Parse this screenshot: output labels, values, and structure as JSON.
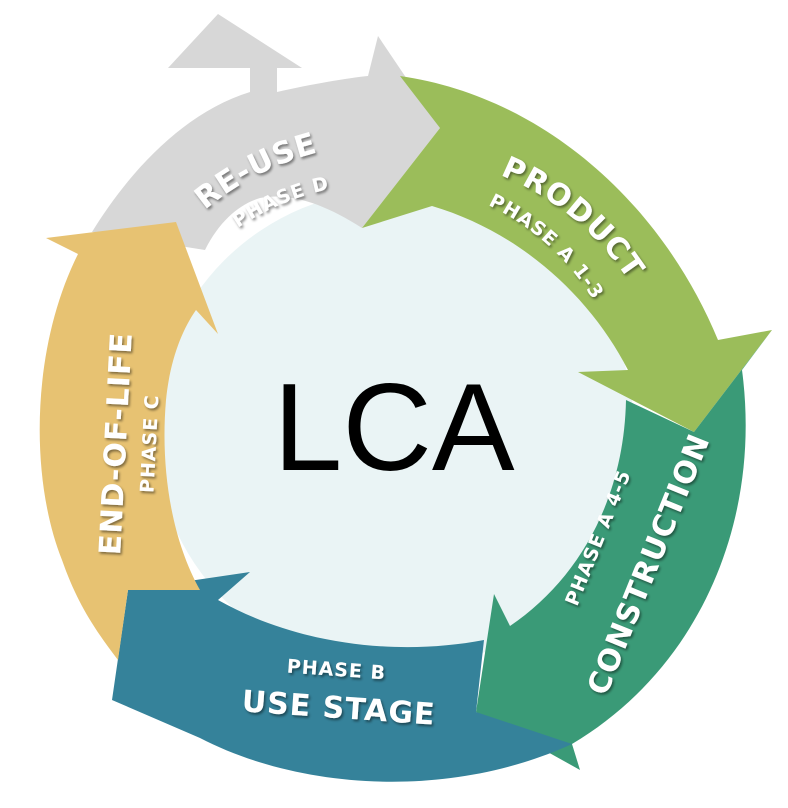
{
  "center": {
    "label": "LCA",
    "fill": "#eaf4f5"
  },
  "phases": {
    "product": {
      "title": "PRODUCT",
      "subtitle": "PHASE A 1-3",
      "color": "#9bbd5a"
    },
    "construction": {
      "title": "CONSTRUCTION",
      "subtitle": "PHASE A 4-5",
      "color": "#3a9a77"
    },
    "use": {
      "title": "USE STAGE",
      "subtitle": "PHASE B",
      "color": "#35829a"
    },
    "eol": {
      "title": "END-OF-LIFE",
      "subtitle": "PHASE C",
      "color": "#e7c272"
    },
    "reuse": {
      "title": "RE-USE",
      "subtitle": "PHASE D",
      "color": "#d7d7d7"
    }
  }
}
